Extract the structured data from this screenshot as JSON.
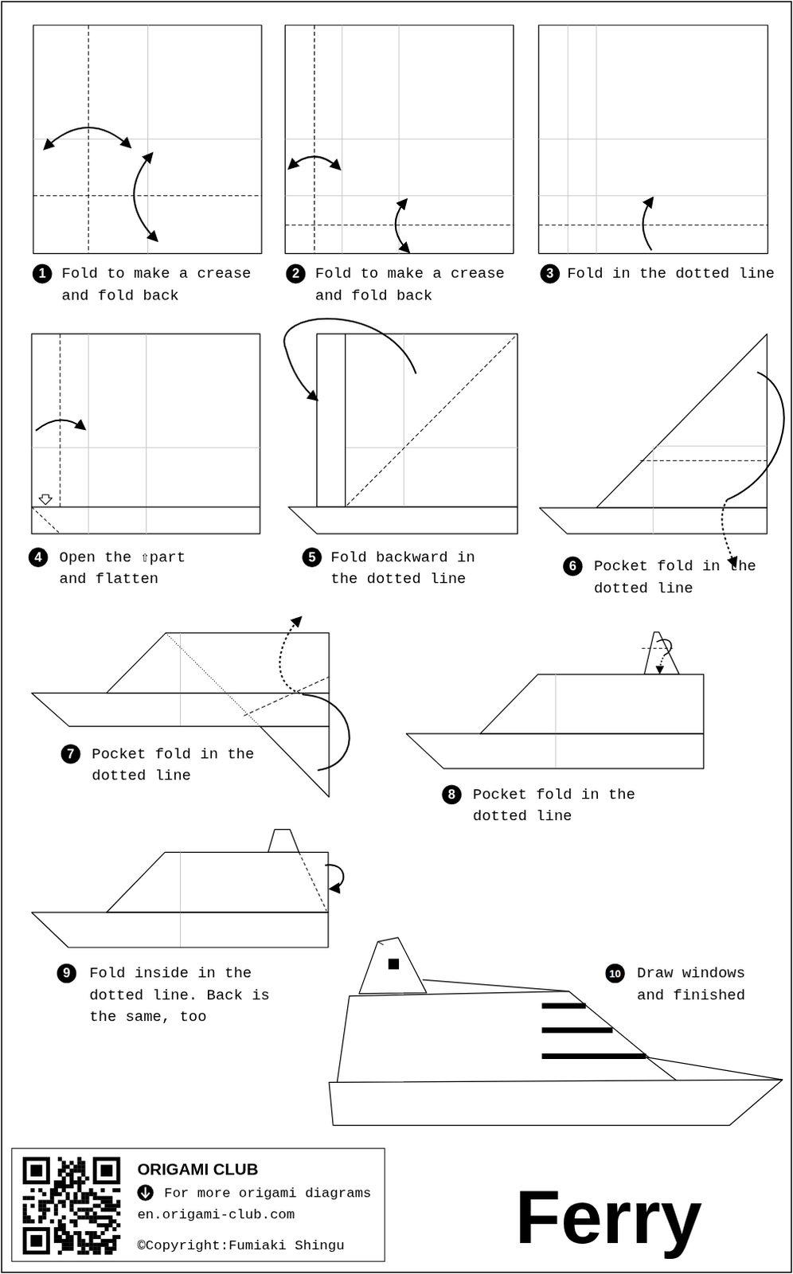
{
  "diagram": {
    "title": "Ferry",
    "nodes": [
      {
        "text": [
          "ORIGAMI CLUB",
          "For more origami diagrams",
          "en.origami-club.com",
          "©Copyright:Fumiaki Shingu"
        ]
      }
    ],
    "labels": [
      "1",
      "Fold to make a crease and fold back",
      "2",
      "Fold to make a crease and fold back",
      "3",
      "Fold in the dotted line",
      "4",
      "Open the ⇧part and flatten",
      "5",
      "Fold backward in the dotted line",
      "6",
      "Pocket fold in the dotted line",
      "7",
      "Pocket fold in the dotted line",
      "8",
      "Pocket fold in the dotted line",
      "9",
      "Fold inside in the dotted line. Back is the same, too",
      "10",
      "Draw windows and finished"
    ]
  }
}
